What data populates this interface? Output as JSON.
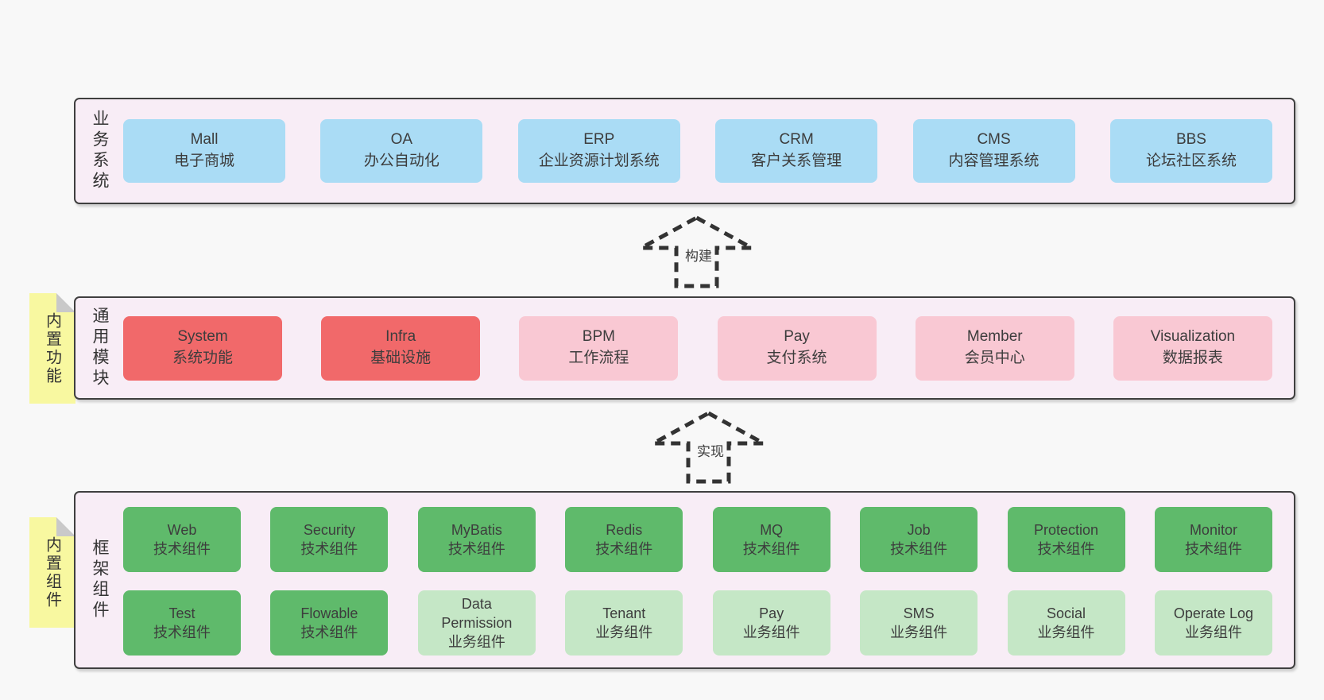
{
  "bands": [
    {
      "label": "业务系统",
      "boxes": [
        {
          "name": "Mall",
          "desc": "电子商城"
        },
        {
          "name": "OA",
          "desc": "办公自动化"
        },
        {
          "name": "ERP",
          "desc": "企业资源计划系统"
        },
        {
          "name": "CRM",
          "desc": "客户关系管理"
        },
        {
          "name": "CMS",
          "desc": "内容管理系统"
        },
        {
          "name": "BBS",
          "desc": "论坛社区系统"
        }
      ]
    },
    {
      "label": "通用模块",
      "note": "内置功能",
      "boxes": [
        {
          "name": "System",
          "desc": "系统功能"
        },
        {
          "name": "Infra",
          "desc": "基础设施"
        },
        {
          "name": "BPM",
          "desc": "工作流程"
        },
        {
          "name": "Pay",
          "desc": "支付系统"
        },
        {
          "name": "Member",
          "desc": "会员中心"
        },
        {
          "name": "Visualization",
          "desc": "数据报表"
        }
      ]
    },
    {
      "label": "框架组件",
      "note": "内置组件",
      "rows": [
        [
          {
            "name": "Web",
            "desc": "技术组件"
          },
          {
            "name": "Security",
            "desc": "技术组件"
          },
          {
            "name": "MyBatis",
            "desc": "技术组件"
          },
          {
            "name": "Redis",
            "desc": "技术组件"
          },
          {
            "name": "MQ",
            "desc": "技术组件"
          },
          {
            "name": "Job",
            "desc": "技术组件"
          },
          {
            "name": "Protection",
            "desc": "技术组件"
          },
          {
            "name": "Monitor",
            "desc": "技术组件"
          }
        ],
        [
          {
            "name": "Test",
            "desc": "技术组件"
          },
          {
            "name": "Flowable",
            "desc": "技术组件"
          },
          {
            "name": "Data\nPermission",
            "desc": "业务组件"
          },
          {
            "name": "Tenant",
            "desc": "业务组件"
          },
          {
            "name": "Pay",
            "desc": "业务组件"
          },
          {
            "name": "SMS",
            "desc": "业务组件"
          },
          {
            "name": "Social",
            "desc": "业务组件"
          },
          {
            "name": "Operate Log",
            "desc": "业务组件"
          }
        ]
      ]
    }
  ],
  "arrows": [
    {
      "label": "构建"
    },
    {
      "label": "实现"
    }
  ],
  "colors": {
    "page_bg": "#f8f8f8",
    "panel_bg": "#f8edf6",
    "panel_border": "#3f3f3f",
    "blue_box": "#aadcf5",
    "red_box": "#f1696a",
    "pink_box": "#f9c8d3",
    "green_box": "#5fba6b",
    "light_green_box": "#c5e7c6",
    "note_yellow": "#f8f8a0",
    "text": "#3d3d3d"
  }
}
